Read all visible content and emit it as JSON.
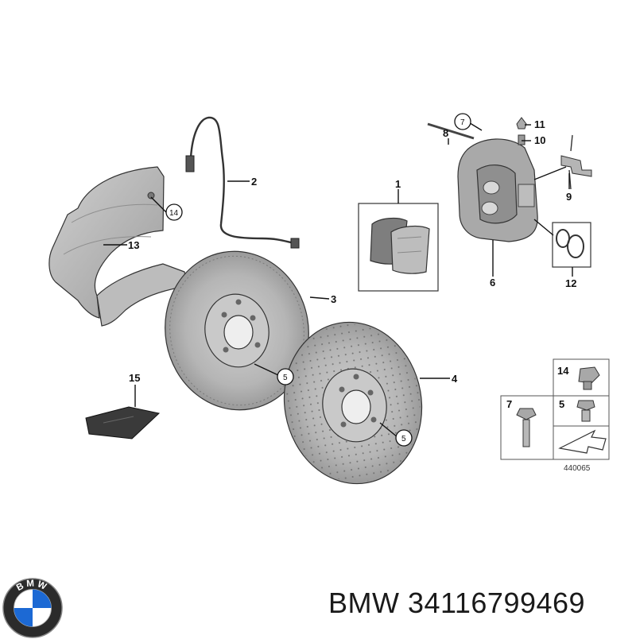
{
  "callouts": {
    "n1": "1",
    "n2": "2",
    "n3": "3",
    "n4": "4",
    "n5a": "5",
    "n5b": "5",
    "n6": "6",
    "n7": "7",
    "n8": "8",
    "n9": "9",
    "n10": "10",
    "n11": "11",
    "n12": "12",
    "n13": "13",
    "n14": "14",
    "n15": "15"
  },
  "legend": {
    "l14": "14",
    "l5": "5",
    "l7": "7"
  },
  "diagram_code": "440065",
  "brand": {
    "logo_text": "BMW",
    "name": "BMW",
    "part_number": "34116799469"
  },
  "colors": {
    "part_fill": "#b8b8b8",
    "part_dark": "#8a8a8a",
    "logo_blue": "#1c69d4"
  }
}
